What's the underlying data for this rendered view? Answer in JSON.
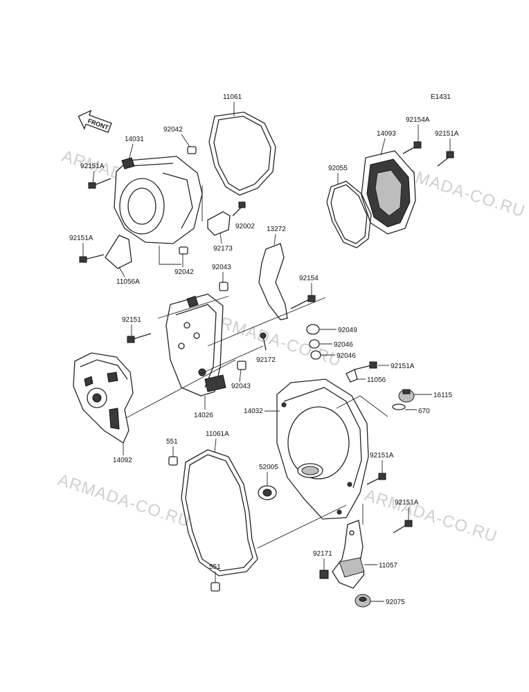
{
  "diagram_id": "E1431",
  "watermark": "ARMADA-CO.RU",
  "front_marker": "FRONT",
  "labels": {
    "p11061": "11061",
    "p92042a": "92042",
    "p14031": "14031",
    "p92151A_a": "92151A",
    "p92002": "92002",
    "p92173": "92173",
    "p92151A_b": "92151A",
    "p11056A": "11056A",
    "p92042b": "92042",
    "p14093": "14093",
    "p92154A": "92154A",
    "p92151A_c": "92151A",
    "p92055": "92055",
    "p13272": "13272",
    "p92043a": "92043",
    "p92154": "92154",
    "p92151": "92151",
    "p92049": "92049",
    "p92046a": "92046",
    "p92046b": "92046",
    "p92172": "92172",
    "p92151A_d": "92151A",
    "p11056": "11056",
    "p92043b": "92043",
    "p16115": "16115",
    "p14026": "14026",
    "p14032": "14032",
    "p670": "670",
    "p551a": "551",
    "p11061A": "11061A",
    "p92151A_e": "92151A",
    "p14092": "14092",
    "p52005": "52005",
    "p92151A_f": "92151A",
    "p92171": "92171",
    "p11057": "11057",
    "p551b": "551",
    "p92075": "92075"
  }
}
